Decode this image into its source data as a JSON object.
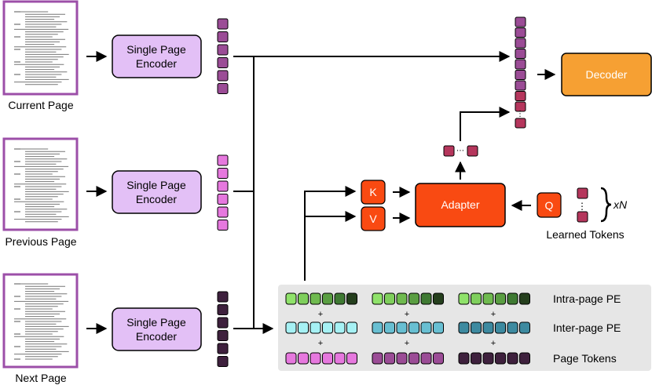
{
  "pages": [
    {
      "id": "current",
      "label": "Current Page",
      "border_color": "#9c4fa8",
      "token_color": "#9b4c96"
    },
    {
      "id": "previous",
      "label": "Previous Page",
      "border_color": "#9c4fa8",
      "token_color": "#e678de"
    },
    {
      "id": "next",
      "label": "Next Page",
      "border_color": "#9c4fa8",
      "token_color": "#3e203d"
    }
  ],
  "encoder_label_line1": "Single Page",
  "encoder_label_line2": "Encoder",
  "encoder_fill": "#e3c0f6",
  "decoder": {
    "label": "Decoder",
    "fill": "#f6a033"
  },
  "adapter": {
    "label": "Adapter",
    "fill": "#f94a12"
  },
  "k_label": "K",
  "v_label": "V",
  "q_label": "Q",
  "learned_tokens": {
    "label": "Learned Tokens",
    "repeat": "xN",
    "color": "#b5365c"
  },
  "output_token_color": "#b5365c",
  "ellipsis": "⋯",
  "vellipsis": "⋮",
  "pe_panel": {
    "fill": "#e6e6e6",
    "rows": [
      {
        "label": "Intra-page PE",
        "groups": [
          [
            "#8fe26a",
            "#7fcf5c",
            "#6fba4f",
            "#5a9e42",
            "#3f7a33",
            "#253f1d"
          ],
          [
            "#8fe26a",
            "#7fcf5c",
            "#6fba4f",
            "#5a9e42",
            "#3f7a33",
            "#253f1d"
          ],
          [
            "#8fe26a",
            "#7fcf5c",
            "#6fba4f",
            "#5a9e42",
            "#3f7a33",
            "#253f1d"
          ]
        ]
      },
      {
        "label": "Inter-page PE",
        "groups": [
          [
            "#a6f1f4",
            "#a6f1f4",
            "#a6f1f4",
            "#a6f1f4",
            "#a6f1f4",
            "#a6f1f4"
          ],
          [
            "#68bfd2",
            "#68bfd2",
            "#68bfd2",
            "#68bfd2",
            "#68bfd2",
            "#68bfd2"
          ],
          [
            "#3d8aa0",
            "#3d8aa0",
            "#3d8aa0",
            "#3d8aa0",
            "#3d8aa0",
            "#3d8aa0"
          ]
        ]
      },
      {
        "label": "Page Tokens",
        "groups": [
          [
            "#e678de",
            "#e678de",
            "#e678de",
            "#e678de",
            "#e678de",
            "#e678de"
          ],
          [
            "#9b4c96",
            "#9b4c96",
            "#9b4c96",
            "#9b4c96",
            "#9b4c96",
            "#9b4c96"
          ],
          [
            "#3e203d",
            "#3e203d",
            "#3e203d",
            "#3e203d",
            "#3e203d",
            "#3e203d"
          ]
        ]
      }
    ],
    "plus": "+"
  }
}
